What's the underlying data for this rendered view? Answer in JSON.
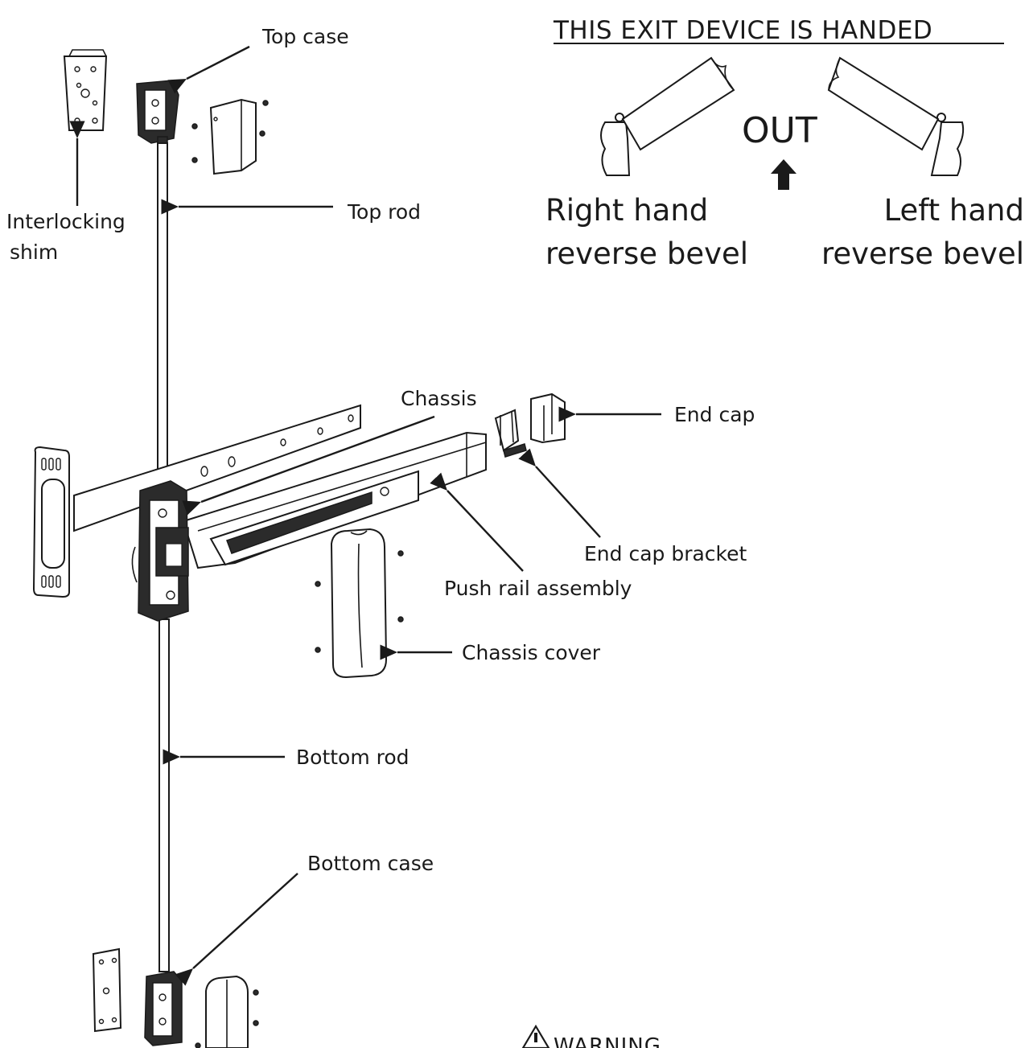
{
  "heading": "THIS EXIT DEVICE IS HANDED",
  "out_label": "OUT",
  "right_hand": {
    "line1": "Right hand",
    "line2": "reverse bevel"
  },
  "left_hand": {
    "line1": "Left hand",
    "line2": "reverse bevel"
  },
  "labels": {
    "top_case": "Top case",
    "interlocking_shim_1": "Interlocking",
    "interlocking_shim_2": "shim",
    "top_rod": "Top rod",
    "chassis": "Chassis",
    "end_cap": "End cap",
    "end_cap_bracket": "End cap bracket",
    "push_rail_assembly": "Push rail assembly",
    "chassis_cover": "Chassis cover",
    "bottom_rod": "Bottom rod",
    "bottom_case": "Bottom case"
  },
  "warning": "WARNING"
}
